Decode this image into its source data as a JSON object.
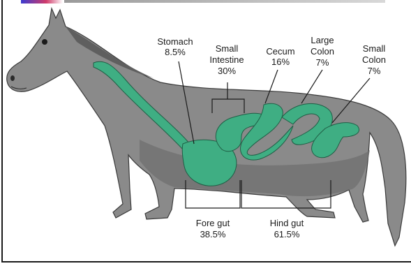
{
  "labels": {
    "stomach": {
      "name": "Stomach",
      "value": "8.5%"
    },
    "small_intestine": {
      "name_line1": "Small",
      "name_line2": "Intestine",
      "value": "30%"
    },
    "cecum": {
      "name": "Cecum",
      "value": "16%"
    },
    "large_colon": {
      "name_line1": "Large",
      "name_line2": "Colon",
      "value": "7%"
    },
    "small_colon": {
      "name_line1": "Small",
      "name_line2": "Colon",
      "value": "7%"
    },
    "fore_gut": {
      "name": "Fore gut",
      "value": "38.5%"
    },
    "hind_gut": {
      "name": "Hind gut",
      "value": "61.5%"
    }
  },
  "colors": {
    "horse_body": "#8a8a8a",
    "horse_shade": "#6e6e6e",
    "gut_fill": "#3fae83",
    "gut_stroke": "#1f5e45",
    "line": "#1a1a1a"
  }
}
